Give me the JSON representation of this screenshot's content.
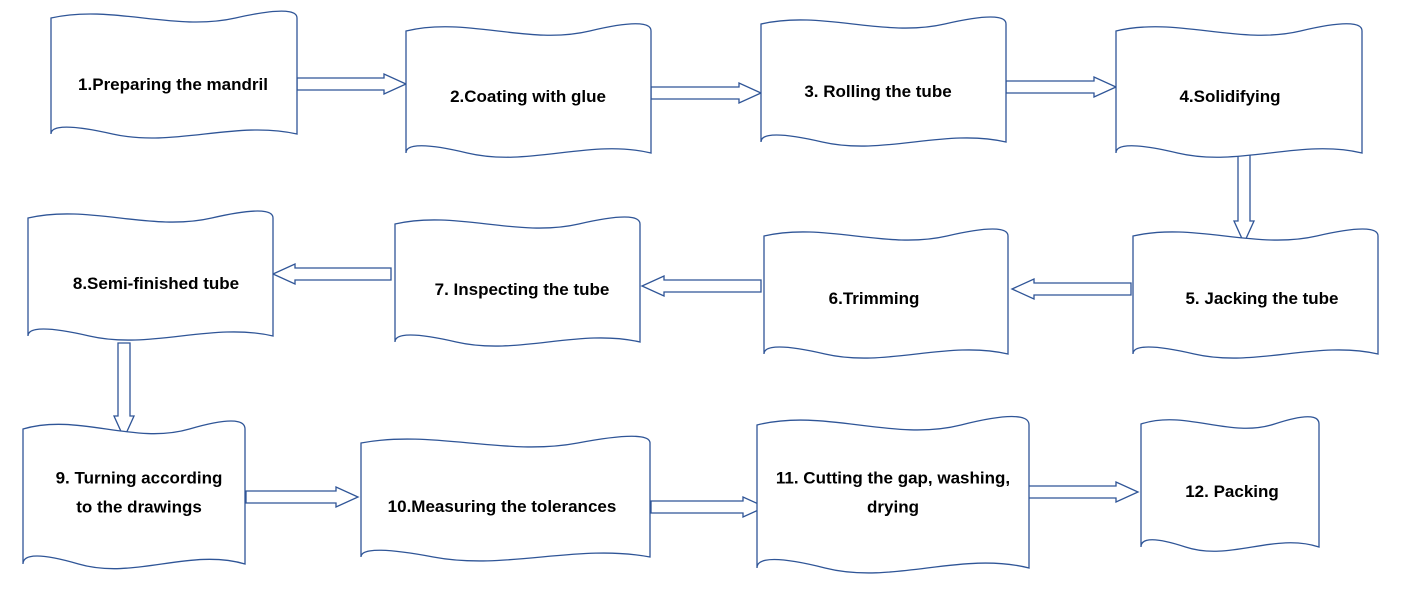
{
  "steps": [
    {
      "id": 1,
      "label": [
        "1.Preparing the mandril"
      ]
    },
    {
      "id": 2,
      "label": [
        "2.Coating with glue"
      ]
    },
    {
      "id": 3,
      "label": [
        "3. Rolling the tube"
      ]
    },
    {
      "id": 4,
      "label": [
        "4.Solidifying"
      ]
    },
    {
      "id": 5,
      "label": [
        "5. Jacking the tube"
      ]
    },
    {
      "id": 6,
      "label": [
        "6.Trimming"
      ]
    },
    {
      "id": 7,
      "label": [
        "7. Inspecting the tube"
      ]
    },
    {
      "id": 8,
      "label": [
        "8.Semi-finished tube"
      ]
    },
    {
      "id": 9,
      "label": [
        "9. Turning according",
        "to the drawings"
      ]
    },
    {
      "id": 10,
      "label": [
        "10.Measuring the tolerances"
      ]
    },
    {
      "id": 11,
      "label": [
        "11. Cutting the gap, washing,",
        "drying"
      ]
    },
    {
      "id": 12,
      "label": [
        "12. Packing"
      ]
    }
  ],
  "connections": [
    {
      "from": 1,
      "to": 2
    },
    {
      "from": 2,
      "to": 3
    },
    {
      "from": 3,
      "to": 4
    },
    {
      "from": 4,
      "to": 5
    },
    {
      "from": 5,
      "to": 6
    },
    {
      "from": 6,
      "to": 7
    },
    {
      "from": 7,
      "to": 8
    },
    {
      "from": 8,
      "to": 9
    },
    {
      "from": 9,
      "to": 10
    },
    {
      "from": 10,
      "to": 11
    },
    {
      "from": 11,
      "to": 12
    }
  ],
  "colors": {
    "outline": "#2f5597",
    "fill": "#ffffff",
    "text": "#000000"
  }
}
